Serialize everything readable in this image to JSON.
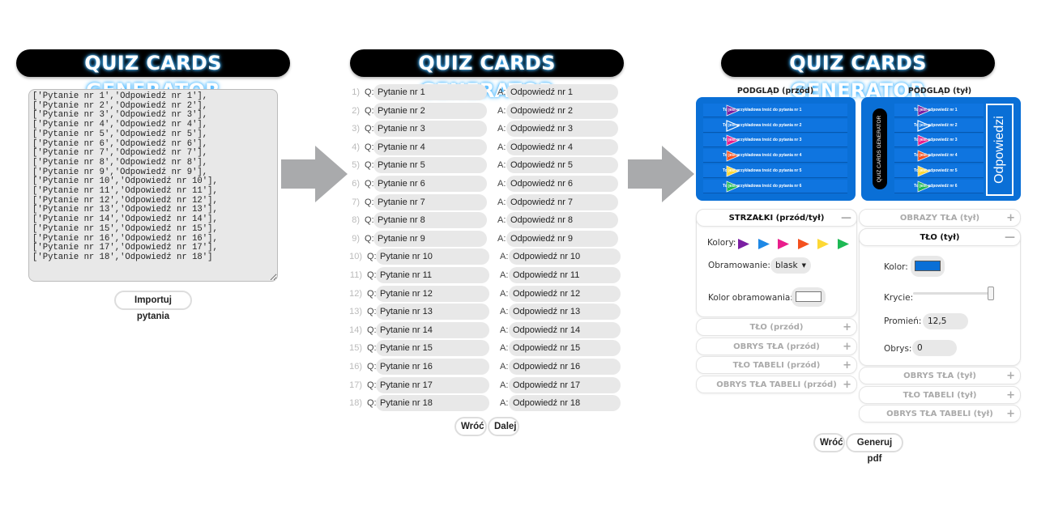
{
  "logo_text": "QUIZ CARDS GENERATOR",
  "step1": {
    "textarea_value": "['Pytanie nr 1','Odpowiedź nr 1'],\n['Pytanie nr 2','Odpowiedź nr 2'],\n['Pytanie nr 3','Odpowiedź nr 3'],\n['Pytanie nr 4','Odpowiedź nr 4'],\n['Pytanie nr 5','Odpowiedź nr 5'],\n['Pytanie nr 6','Odpowiedź nr 6'],\n['Pytanie nr 7','Odpowiedź nr 7'],\n['Pytanie nr 8','Odpowiedź nr 8'],\n['Pytanie nr 9','Odpowiedź nr 9'],\n['Pytanie nr 10','Odpowiedź nr 10'],\n['Pytanie nr 11','Odpowiedź nr 11'],\n['Pytanie nr 12','Odpowiedź nr 12'],\n['Pytanie nr 13','Odpowiedź nr 13'],\n['Pytanie nr 14','Odpowiedź nr 14'],\n['Pytanie nr 15','Odpowiedź nr 15'],\n['Pytanie nr 16','Odpowiedź nr 16'],\n['Pytanie nr 17','Odpowiedź nr 17'],\n['Pytanie nr 18','Odpowiedź nr 18']",
    "import_label": "Importuj pytania"
  },
  "step2": {
    "q_label": "Q:",
    "a_label": "A:",
    "rows": [
      {
        "n": "1)",
        "q": "Pytanie nr 1",
        "a": "Odpowiedź nr 1"
      },
      {
        "n": "2)",
        "q": "Pytanie nr 2",
        "a": "Odpowiedź nr 2"
      },
      {
        "n": "3)",
        "q": "Pytanie nr 3",
        "a": "Odpowiedź nr 3"
      },
      {
        "n": "4)",
        "q": "Pytanie nr 4",
        "a": "Odpowiedź nr 4"
      },
      {
        "n": "5)",
        "q": "Pytanie nr 5",
        "a": "Odpowiedź nr 5"
      },
      {
        "n": "6)",
        "q": "Pytanie nr 6",
        "a": "Odpowiedź nr 6"
      },
      {
        "n": "7)",
        "q": "Pytanie nr 7",
        "a": "Odpowiedź nr 7"
      },
      {
        "n": "8)",
        "q": "Pytanie nr 8",
        "a": "Odpowiedź nr 8"
      },
      {
        "n": "9)",
        "q": "Pytanie nr 9",
        "a": "Odpowiedź nr 9"
      },
      {
        "n": "10)",
        "q": "Pytanie nr 10",
        "a": "Odpowiedź nr 10"
      },
      {
        "n": "11)",
        "q": "Pytanie nr 11",
        "a": "Odpowiedź nr 11"
      },
      {
        "n": "12)",
        "q": "Pytanie nr 12",
        "a": "Odpowiedź nr 12"
      },
      {
        "n": "13)",
        "q": "Pytanie nr 13",
        "a": "Odpowiedź nr 13"
      },
      {
        "n": "14)",
        "q": "Pytanie nr 14",
        "a": "Odpowiedź nr 14"
      },
      {
        "n": "15)",
        "q": "Pytanie nr 15",
        "a": "Odpowiedź nr 15"
      },
      {
        "n": "16)",
        "q": "Pytanie nr 16",
        "a": "Odpowiedź nr 16"
      },
      {
        "n": "17)",
        "q": "Pytanie nr 17",
        "a": "Odpowiedź nr 17"
      },
      {
        "n": "18)",
        "q": "Pytanie nr 18",
        "a": "Odpowiedź nr 18"
      }
    ],
    "back_label": "Wróć",
    "next_label": "Dalej"
  },
  "step3": {
    "preview_front_title": "PODGLĄD (przód)",
    "preview_back_title": "PODGLĄD (tył)",
    "arrow_colors": [
      "#7b1fa2",
      "#1e88e5",
      "#e91e8c",
      "#f4511e",
      "#fdd835",
      "#1db954"
    ],
    "front_rows": [
      "To jest przykładowa treść do pytania nr 1",
      "To jest przykładowa treść do pytania nr 2",
      "To jest przykładowa treść do pytania nr 3",
      "To jest przykładowa treść do pytania nr 4",
      "To jest przykładowa treść do pytania nr 5",
      "To jest przykładowa treść do pytania nr 6"
    ],
    "back_rows": [
      "To jest odpowiedź nr 1",
      "To jest odpowiedź nr 2",
      "To jest odpowiedź nr 3",
      "To jest odpowiedź nr 4",
      "To jest odpowiedź nr 5",
      "To jest odpowiedź nr 6"
    ],
    "back_side_logo": "QUIZ CARDS GENERATOR",
    "back_side_label": "Odpowiedzi",
    "card_color": "#0a6fd6",
    "arrows_panel": {
      "title": "STRZAŁKI (przód/tył)",
      "colors_label": "Kolory:",
      "border_label": "Obramowanie:",
      "border_value": "blask",
      "border_color_label": "Kolor obramowania:",
      "border_color": "#ffffff"
    },
    "left_collapsed": [
      "TŁO (przód)",
      "OBRYS TŁA (przód)",
      "TŁO TABELI (przód)",
      "OBRYS TŁA TABELI (przód)"
    ],
    "right_top_collapsed": "OBRAZY TŁA (tył)",
    "bg_panel": {
      "title": "TŁO (tył)",
      "color_label": "Kolor:",
      "color": "#0a6fd6",
      "opacity_label": "Krycie:",
      "opacity": 1,
      "radius_label": "Promień:",
      "radius": "12,5",
      "stroke_label": "Obrys:",
      "stroke": "0"
    },
    "right_collapsed": [
      "OBRYS TŁA (tył)",
      "TŁO TABELI (tył)",
      "OBRYS TŁA TABELI (tył)"
    ],
    "back_label": "Wróć",
    "generate_label": "Generuj pdf"
  }
}
